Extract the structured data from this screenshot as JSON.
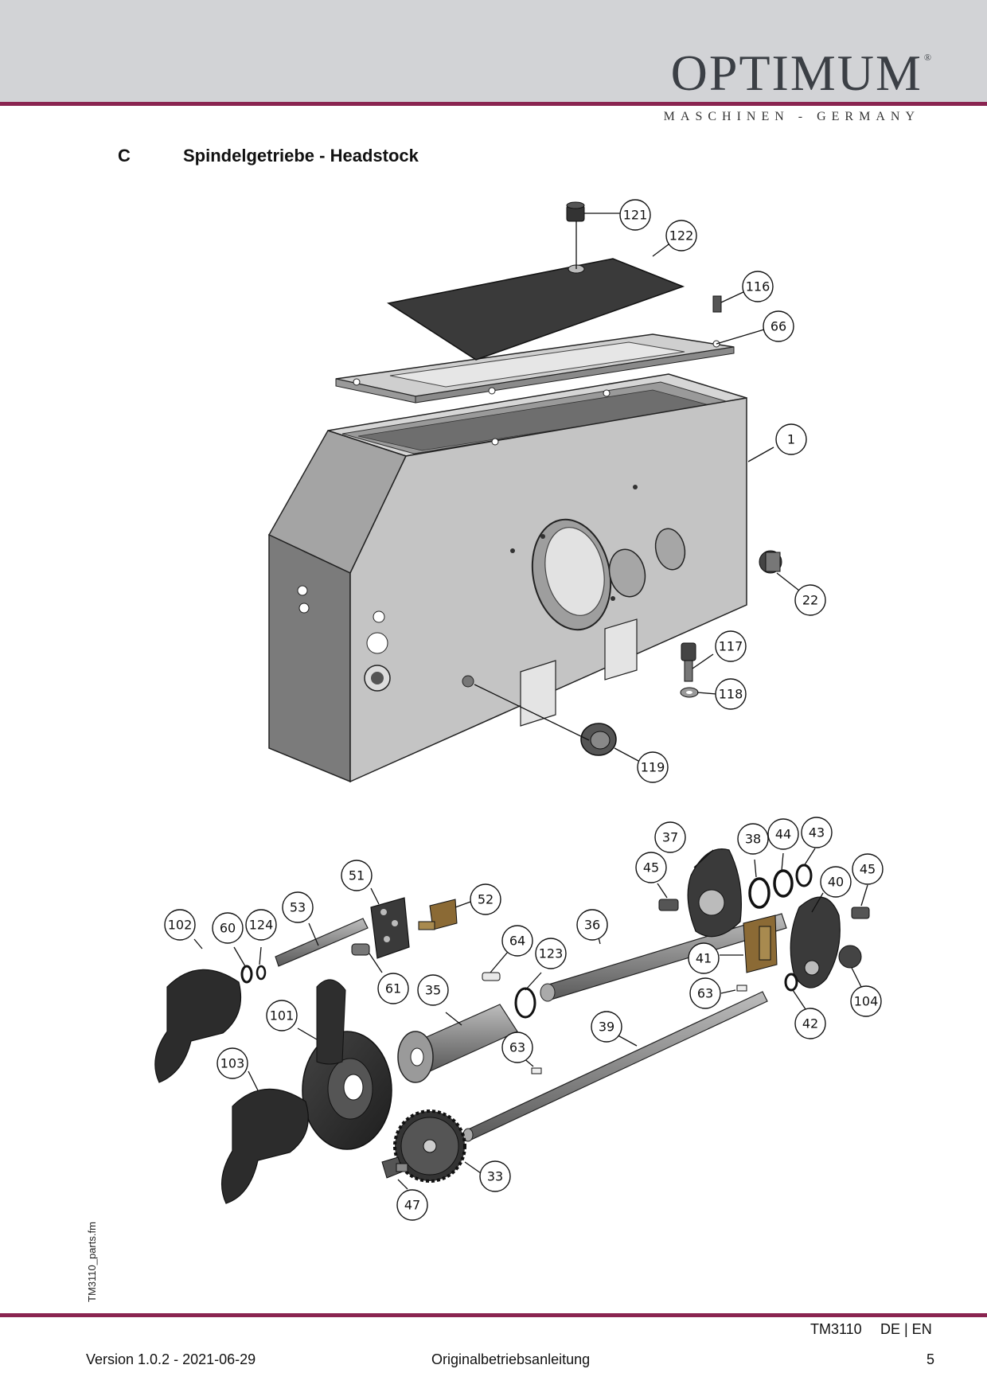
{
  "header": {
    "brand": "OPTIMUM",
    "registered": "®",
    "subtitle": "MASCHINEN - GERMANY"
  },
  "section": {
    "letter": "C",
    "title": "Spindelgetriebe - Headstock"
  },
  "callouts": {
    "p121": "121",
    "p122": "122",
    "p116": "116",
    "p66": "66",
    "p1": "1",
    "p22": "22",
    "p117": "117",
    "p118": "118",
    "p119": "119",
    "p37": "37",
    "p38": "38",
    "p44": "44",
    "p43": "43",
    "p45a": "45",
    "p45b": "45",
    "p40": "40",
    "p51": "51",
    "p52": "52",
    "p53": "53",
    "p102": "102",
    "p60": "60",
    "p124": "124",
    "p36": "36",
    "p64": "64",
    "p123": "123",
    "p41": "41",
    "p61": "61",
    "p35": "35",
    "p63a": "63",
    "p63b": "63",
    "p42": "42",
    "p104": "104",
    "p101": "101",
    "p39": "39",
    "p103": "103",
    "p33": "33",
    "p47": "47"
  },
  "side_note": "TM3110_parts.fm",
  "footer": {
    "model": "TM3110",
    "languages": "DE | EN",
    "version": "Version 1.0.2 - 2021-06-29",
    "document": "Originalbetriebsanleitung",
    "page": "5"
  },
  "colors": {
    "accent": "#8a2450",
    "header_band": "#d2d3d6",
    "brand_text": "#3b3f45"
  }
}
